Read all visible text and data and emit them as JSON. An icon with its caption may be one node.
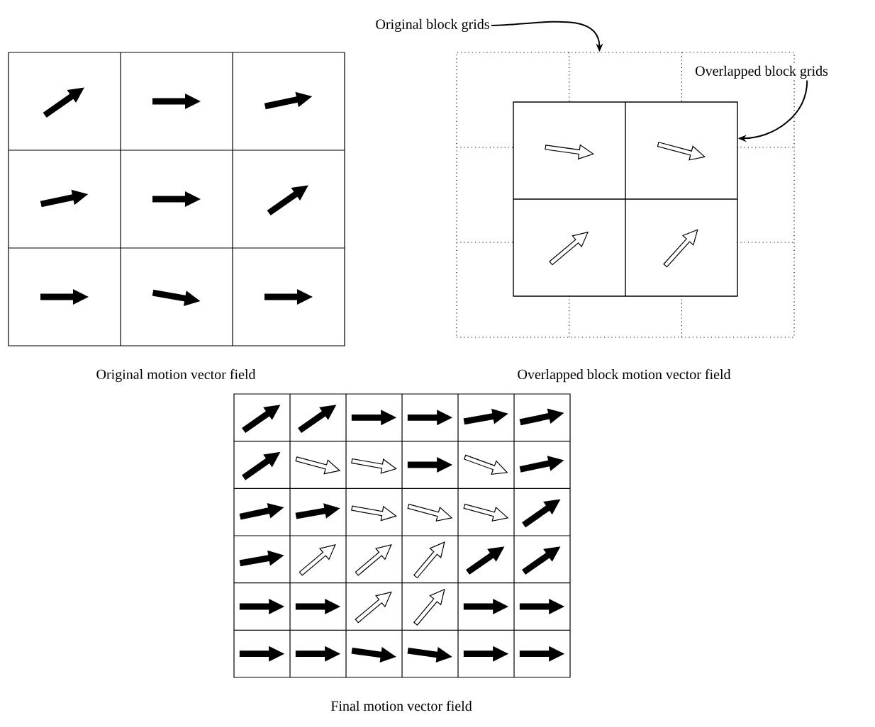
{
  "diagram": {
    "nodes": [
      {
        "text": [
          "Original block grids"
        ]
      },
      {
        "text": [],
        "shape": "box"
      },
      {
        "text": [
          "Overlapped block grids"
        ]
      },
      {
        "text": [],
        "shape": "box",
        "in": 1
      }
    ],
    "edges": [
      {
        "from": 0,
        "to": 1,
        "arrow": "to"
      },
      {
        "from": 2,
        "to": 3,
        "arrow": "to"
      }
    ],
    "labels": [
      "Original motion vector field",
      "Overlapped block motion vector field",
      "Final motion vector field"
    ]
  }
}
